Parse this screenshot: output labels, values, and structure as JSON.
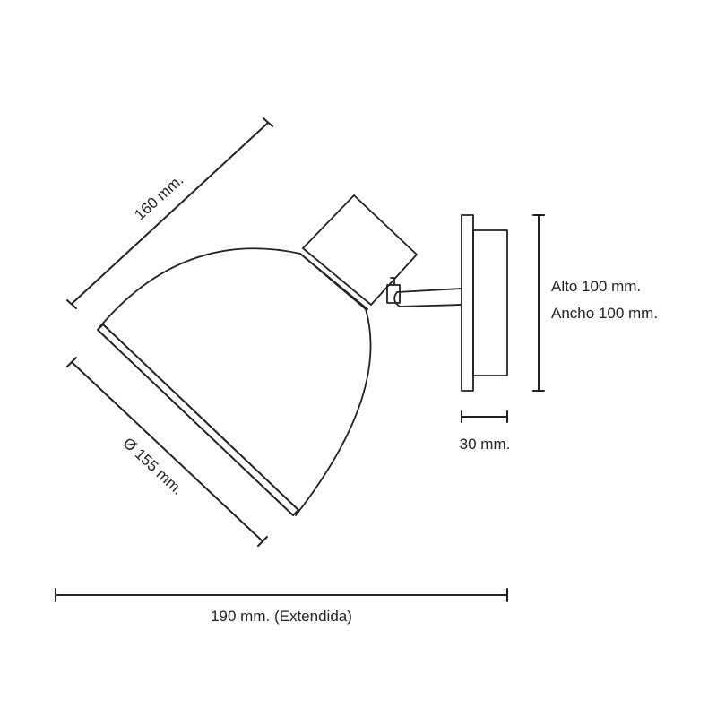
{
  "colors": {
    "line": "#222222",
    "background": "#ffffff"
  },
  "dimensions": {
    "shade_height": "160 mm.",
    "shade_diameter": "Ø 155 mm.",
    "base_height": "Alto 100 mm.",
    "base_width": "Ancho 100 mm.",
    "base_depth": "30 mm.",
    "total_length": "190 mm. (Extendida)"
  }
}
